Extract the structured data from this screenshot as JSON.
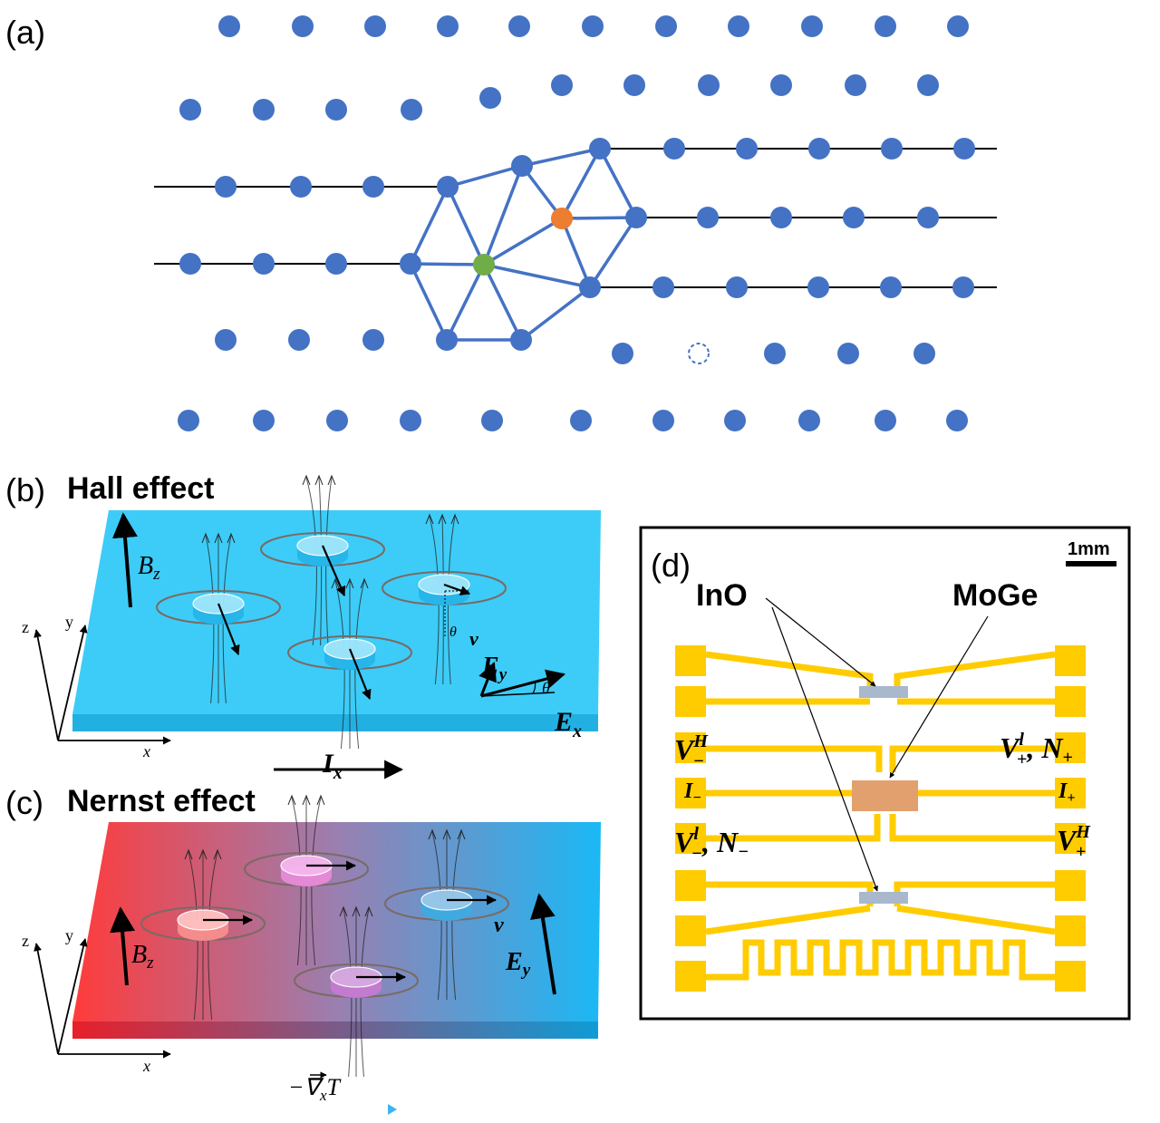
{
  "panels": {
    "a": {
      "label": "(a)"
    },
    "b": {
      "label": "(b)",
      "title": "Hall effect"
    },
    "c": {
      "label": "(c)",
      "title": "Nernst effect"
    },
    "d": {
      "label": "(d)"
    }
  },
  "hall": {
    "bz": "B",
    "bz_sub": "z",
    "ey": "E",
    "ey_sub": "y",
    "ex": "E",
    "ex_sub": "x",
    "ix": "I",
    "ix_sub": "x",
    "v": "v",
    "theta": "θ",
    "axis_z": "z",
    "axis_y": "y",
    "axis_x": "x"
  },
  "nernst": {
    "bz": "B",
    "bz_sub": "z",
    "ey": "E",
    "ey_sub": "y",
    "v": "v",
    "grad": "−∇",
    "grad_sub": "x",
    "grad_t": "T",
    "axis_z": "z",
    "axis_y": "y",
    "axis_x": "x"
  },
  "chip": {
    "scale": "1mm",
    "ino": "InO",
    "moge": "MoGe",
    "vh_minus": "V",
    "vh_minus_sup": "H",
    "vh_minus_sub": "−",
    "vl_plus": "V",
    "vl_plus_sup": "l",
    "vl_plus_sub": "+",
    "n_plus": ", N",
    "n_plus_sub": "+",
    "i_minus": "I",
    "i_minus_sub": "−",
    "i_plus": "I",
    "i_plus_sub": "+",
    "vl_minus": "V",
    "vl_minus_sup": "l",
    "vl_minus_sub": "−",
    "n_minus": ", N",
    "n_minus_sub": "−",
    "vh_plus": "V",
    "vh_plus_sup": "H",
    "vh_plus_sub": "+"
  },
  "colors": {
    "lattice_dot": "#4472c4",
    "defect_orange": "#ed7d31",
    "defect_green": "#70ad47",
    "hall_plate": "#3dccf7",
    "nernst_hot": "#ff3b3b",
    "nernst_cold": "#1ab8f5",
    "chip_gold": "#ffcc00",
    "moge": "#e2a06e",
    "ino": "#a9b8cc"
  }
}
